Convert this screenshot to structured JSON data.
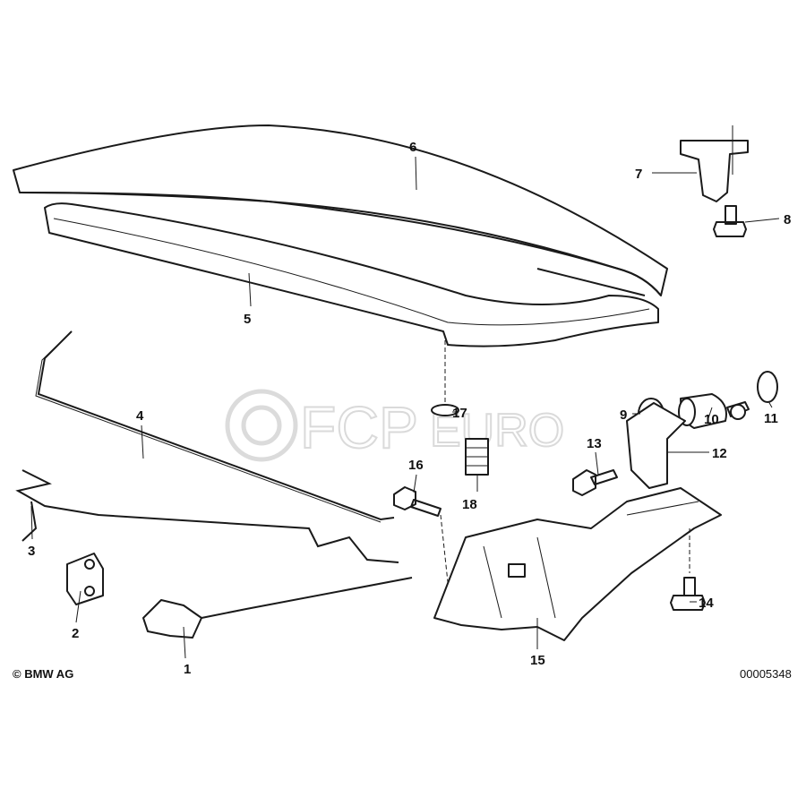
{
  "diagram": {
    "callouts": [
      "1",
      "2",
      "3",
      "4",
      "5",
      "6",
      "7",
      "8",
      "9",
      "10",
      "11",
      "12",
      "13",
      "14",
      "15",
      "16",
      "17",
      "18"
    ],
    "copyright": "© BMW AG",
    "diagram_number": "00005348",
    "watermark": "FCP EURO"
  }
}
